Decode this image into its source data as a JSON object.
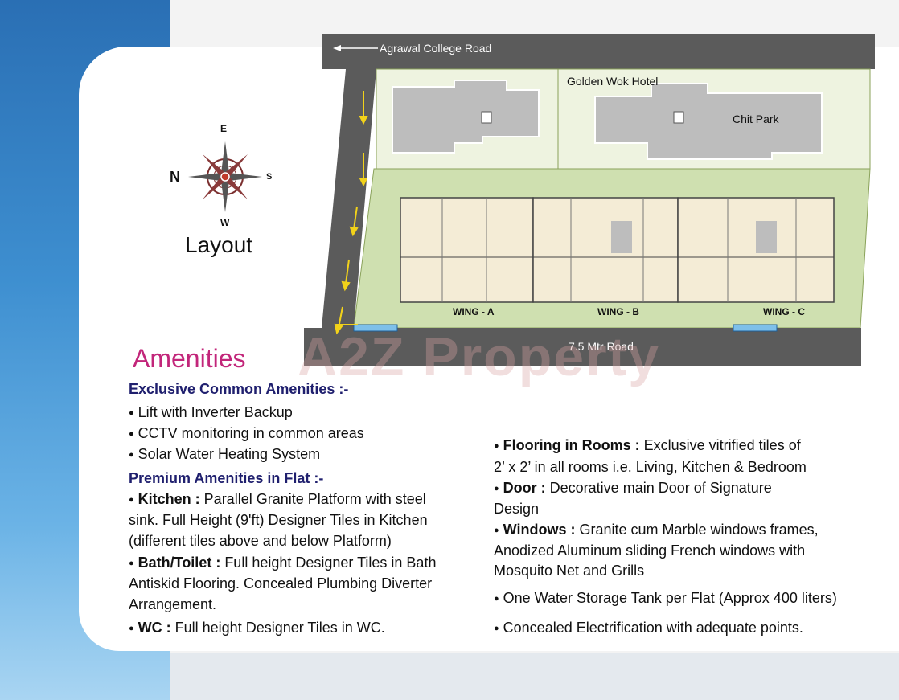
{
  "layout_title": "Layout",
  "compass": {
    "n": "N",
    "e": "E",
    "s": "S",
    "w": "W"
  },
  "map": {
    "top_road": "Agrawal College Road",
    "bottom_road": "7.5 Mtr Road",
    "hotel": "Golden Wok Hotel",
    "park": "Chit Park",
    "wings": [
      "WING - A",
      "WING - B",
      "WING - C"
    ]
  },
  "watermark": "A2Z Property",
  "amenities": {
    "title": "Amenities",
    "common_heading": "Exclusive Common Amenities :-",
    "common_items": [
      "Lift with Inverter Backup",
      "CCTV monitoring in common areas",
      "Solar Water Heating System"
    ],
    "flat_heading": "Premium Amenities in Flat :-",
    "kitchen_label": "Kitchen :",
    "kitchen_l1": " Parallel Granite Platform with steel",
    "kitchen_l2": "sink. Full Height (9'ft) Designer Tiles in Kitchen",
    "kitchen_l3": "(different tiles above and below Platform)",
    "bath_label": "Bath/Toilet :",
    "bath_l1": " Full height Designer Tiles in Bath",
    "bath_l2": "Antiskid Flooring. Concealed Plumbing Diverter",
    "bath_l3": "Arrangement.",
    "wc_label": "WC :",
    "wc_l1": " Full height Designer Tiles in WC.",
    "floor_label": "Flooring in Rooms :",
    "floor_l1": " Exclusive vitrified tiles of",
    "floor_l2": "2’ x 2’ in all rooms i.e. Living, Kitchen & Bedroom",
    "door_label": "Door :",
    "door_l1": " Decorative main Door of Signature",
    "door_l2": "Design",
    "win_label": "Windows :",
    "win_l1": " Granite cum Marble windows frames,",
    "win_l2": "Anodized Aluminum sliding French windows with",
    "win_l3": "Mosquito Net and Grills",
    "tank": "One Water Storage Tank per Flat (Approx 400 liters)",
    "elec": "Concealed Electrification with adequate points."
  },
  "colors": {
    "title_magenta": "#c2267a",
    "heading_navy": "#1f1f6e",
    "road": "#5b5b5b",
    "plot_green": "#cfe0b0",
    "arrow_yellow": "#f2d21a"
  }
}
